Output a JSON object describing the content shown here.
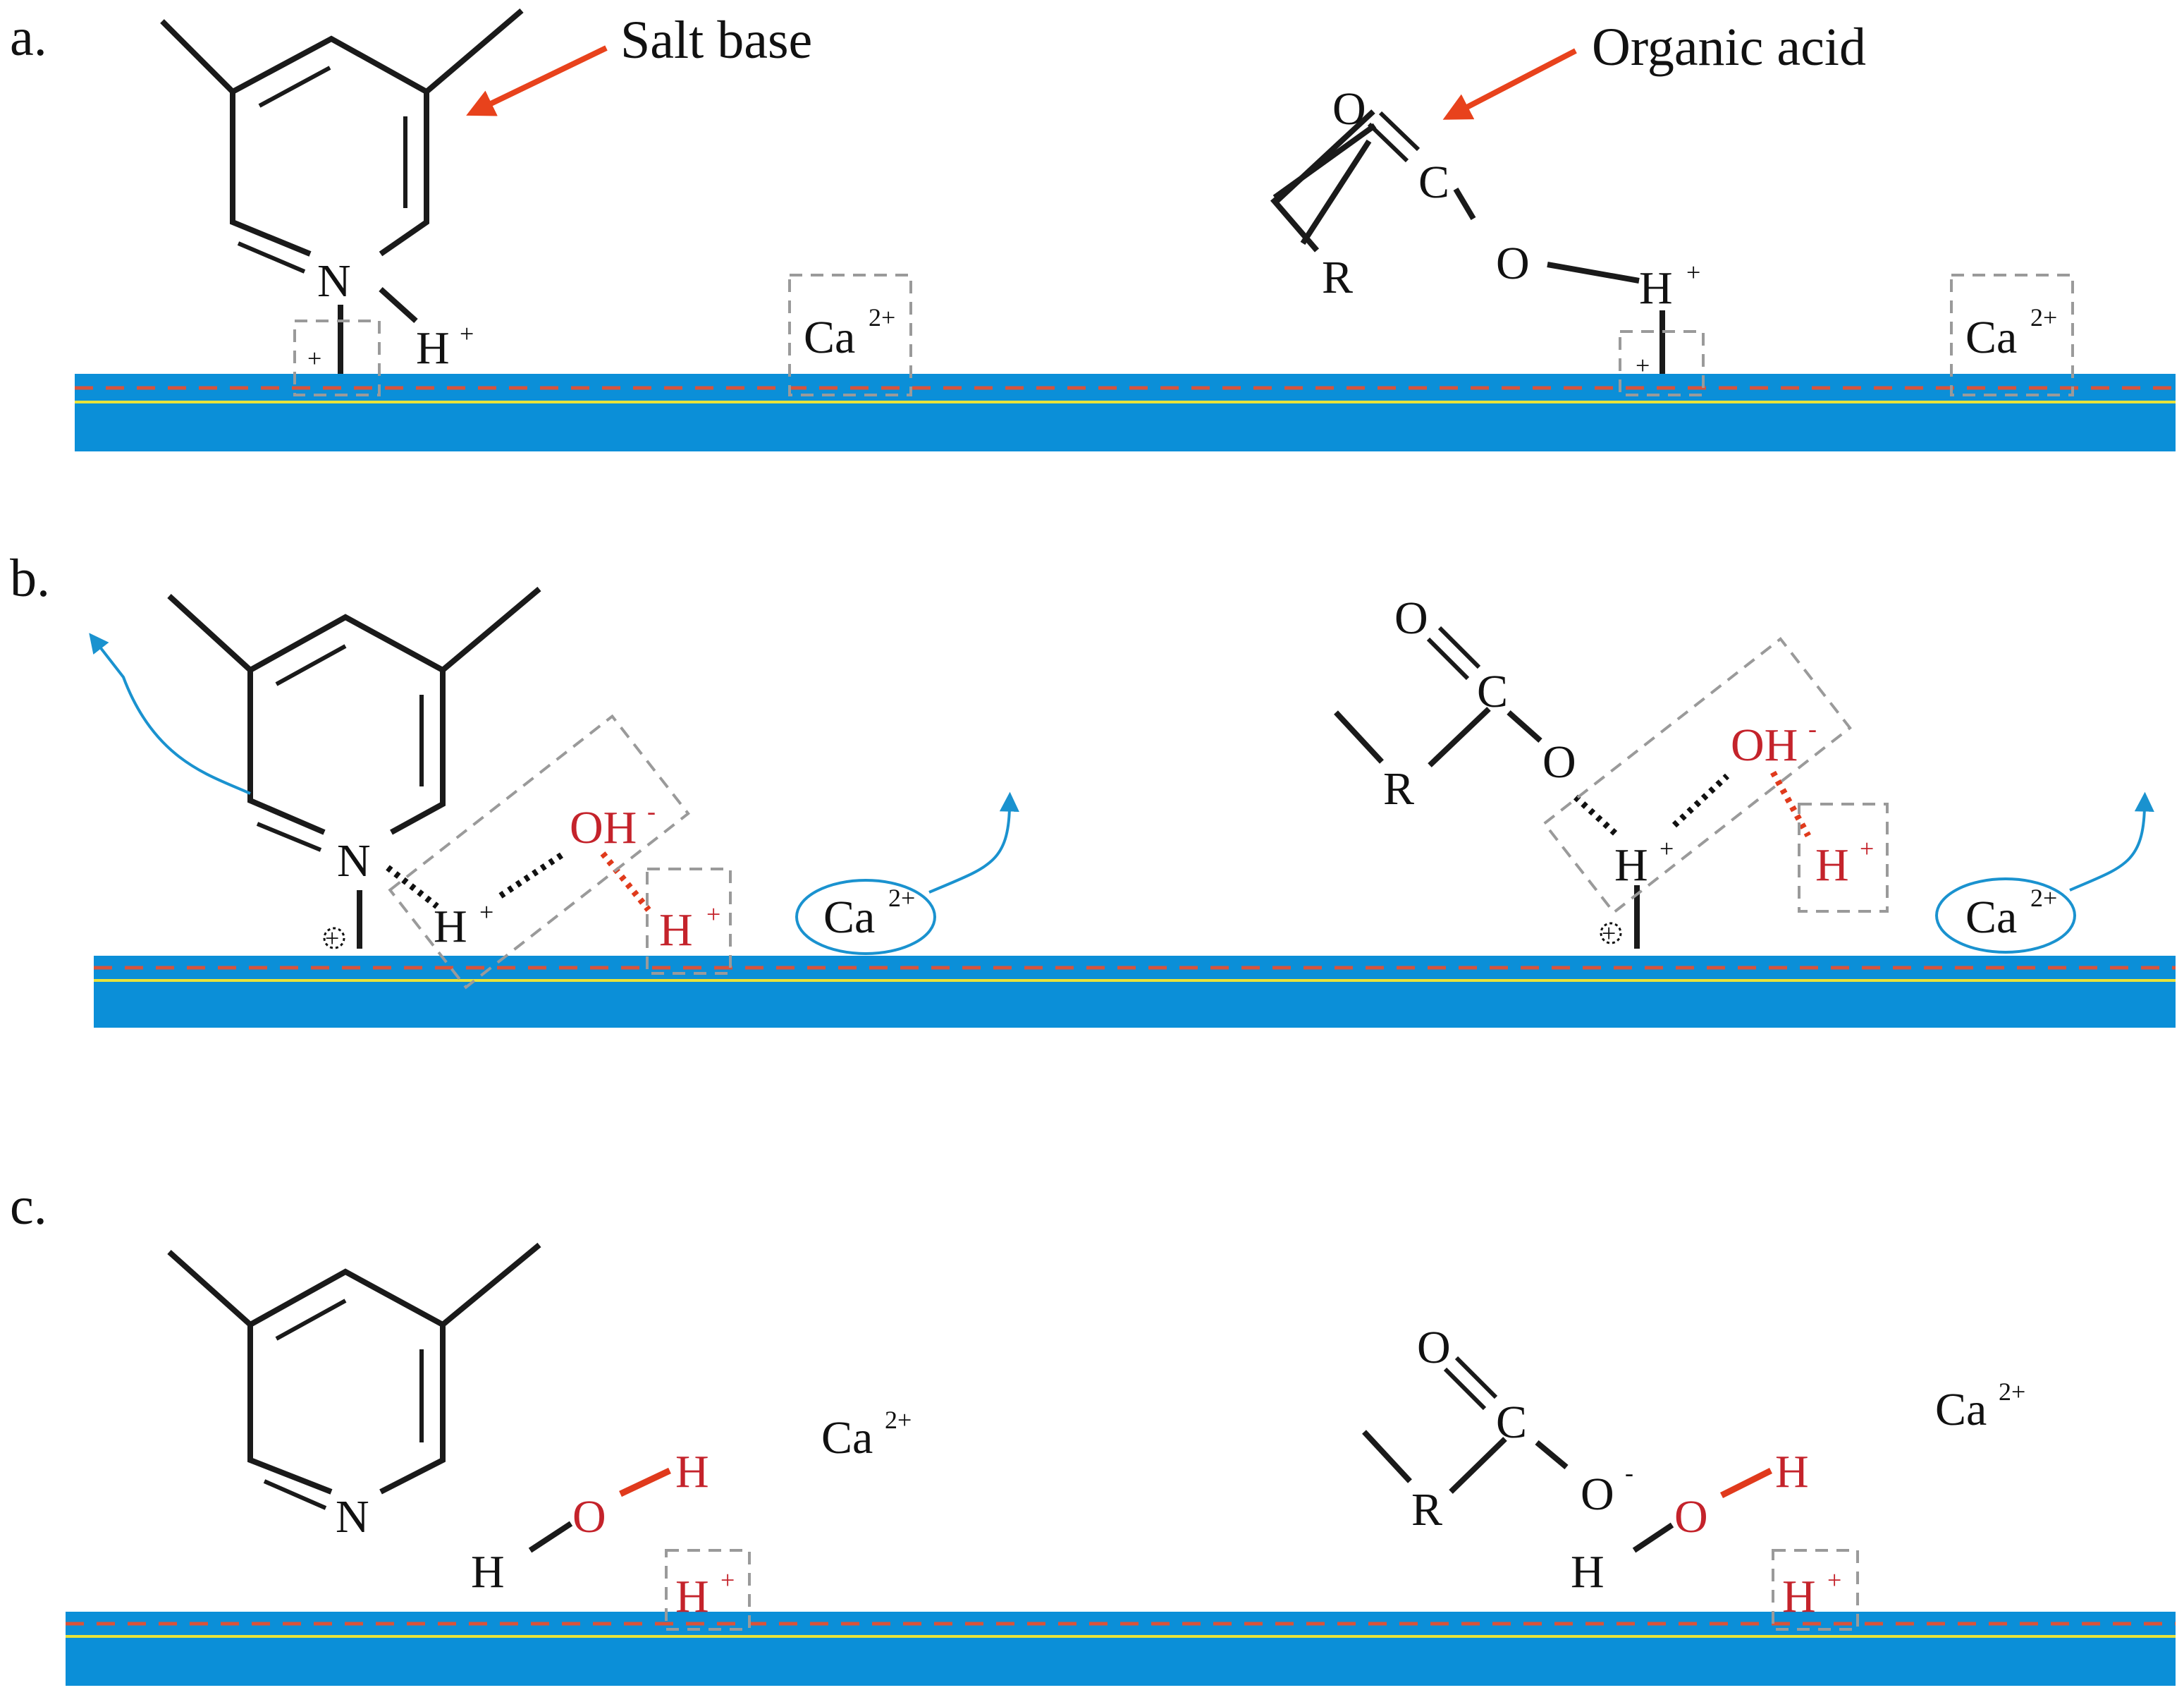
{
  "panels": {
    "a": {
      "label": "a.",
      "callouts": {
        "salt_base": "Salt base",
        "organic_acid": "Organic acid"
      },
      "ion": "Ca",
      "ion_charge": "2+",
      "proton": "H",
      "plus": "+",
      "atoms": {
        "N": "N",
        "O": "O",
        "C": "C",
        "R": "R"
      }
    },
    "b": {
      "label": "b.",
      "ion": "Ca",
      "ion_charge": "2+",
      "proton": "H",
      "plus": "+",
      "hydroxide": "OH",
      "minus": "-",
      "atoms": {
        "N": "N",
        "O": "O",
        "C": "C",
        "R": "R"
      }
    },
    "c": {
      "label": "c.",
      "ion": "Ca",
      "ion_charge": "2+",
      "proton": "H",
      "plus": "+",
      "minus": "-",
      "atoms": {
        "N": "N",
        "O": "O",
        "C": "C",
        "R": "R",
        "H": "H"
      }
    }
  },
  "colors": {
    "surface": "#0b8fd8",
    "surface_dash": "#d9533a",
    "surface_line": "#e8e23a",
    "callout_arrow": "#e8421c",
    "release_arrow": "#1a92cf",
    "highlight": "#c4232b"
  },
  "icons": [
    "callout-arrow-icon",
    "release-arrow-icon",
    "positive-site-icon"
  ]
}
